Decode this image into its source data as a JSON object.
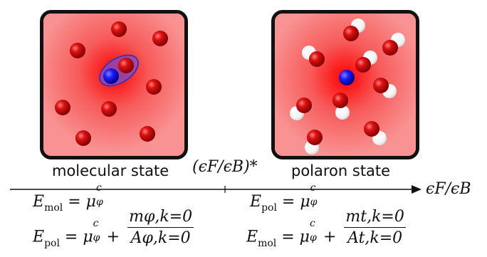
{
  "left_panel": {
    "caption": "molecular state"
  },
  "right_panel": {
    "caption": "polaron state"
  },
  "axis": {
    "critical_label": "(ϵF/ϵB)*",
    "axis_label": "ϵF/ϵB"
  },
  "equations": {
    "left_1_lhs": "E",
    "left_1_sub": "mol",
    "left_1_rhs": "μ",
    "left_1_rhs_sup": "c",
    "left_1_rhs_sub": "φ",
    "left_2_lhs": "E",
    "left_2_sub": "pol",
    "left_2_num": "mφ,k=0",
    "left_2_den": "Aφ,k=0",
    "right_1_lhs": "E",
    "right_1_sub": "pol",
    "right_2_lhs": "E",
    "right_2_sub": "mol",
    "right_2_num": "mt,k=0",
    "right_2_den": "At,k=0"
  },
  "colors": {
    "panel_fill": "#f77f7f",
    "panel_glow": "#ff1a1a",
    "fermion": "#cc0000",
    "impurity": "#1a1aff",
    "frame": "#111111"
  }
}
